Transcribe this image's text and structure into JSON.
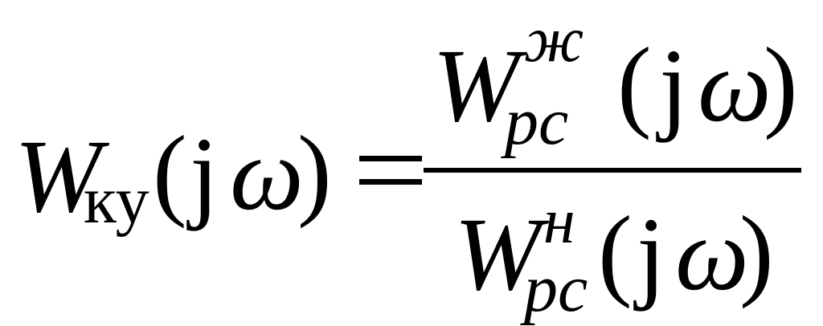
{
  "formula": {
    "lhs": {
      "symbol": "W",
      "subscript": "ку",
      "open_paren": "(",
      "j": "j",
      "omega": "ω",
      "close_paren": ")"
    },
    "equals": "=",
    "numerator": {
      "symbol": "W",
      "superscript": "ж",
      "subscript": "рс",
      "open_paren": "(",
      "j": "j",
      "omega": "ω",
      "close_paren": ")"
    },
    "denominator": {
      "symbol": "W",
      "superscript": "н",
      "subscript": "рс",
      "open_paren": "(",
      "j": "j",
      "omega": "ω",
      "close_paren": ")"
    }
  }
}
